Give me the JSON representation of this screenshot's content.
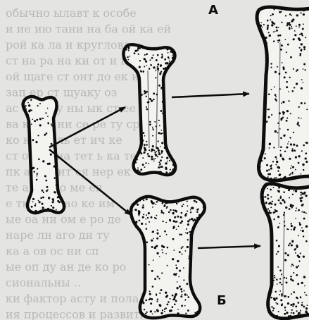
{
  "labels": {
    "a": "А",
    "b": "Б"
  },
  "background_text": [
    "обычно ылавт к особе",
    "и ие ию тани на ба ой ка ей",
    "рой ка ла и круглова",
    "ст на ра на ки от и кон е",
    "ой щаге ст онт до ек ие",
    "зап ер ст щуаку оз",
    "ас ае ко у ны ык ст ее",
    "ва кк ак ни се ре ту ср",
    "ко ка за ль ет ич ке",
    "ст оп са на тет ь ка те",
    "пк ар ес ит ся нер ек",
    "те а ве шо ме ея",
    "е тке на дао ке им",
    "ые оа ни ом е ро де",
    "наре лн аго ди ту",
    "ка а ов ос ни сп",
    "ые оп ду ан де ко ро",
    "сиональны ..",
    "ки фактор асту и пола. Эти",
    "ия процессов и развития, т"
  ],
  "colors": {
    "ink": "#0d0d0d",
    "bone_fill": "#f3f3f0",
    "paper": "#e4e4e2",
    "ghost_text": "#b9b9b6"
  }
}
